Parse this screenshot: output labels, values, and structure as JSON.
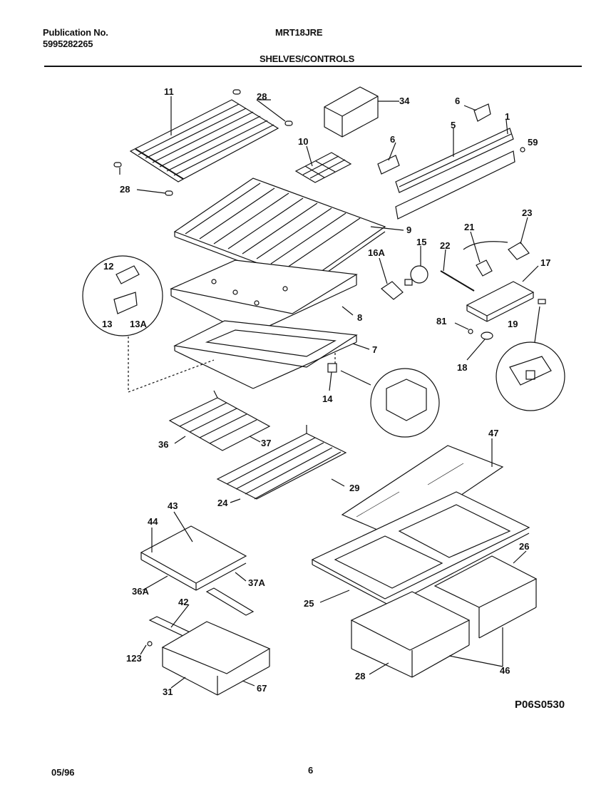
{
  "header": {
    "publication_label": "Publication No.",
    "publication_number": "5995282265",
    "model": "MRT18JRE",
    "section_title": "SHELVES/CONTROLS"
  },
  "diagram": {
    "labels": [
      "11",
      "28",
      "28",
      "34",
      "6",
      "6",
      "5",
      "1",
      "59",
      "10",
      "9",
      "23",
      "21",
      "15",
      "16A",
      "22",
      "17",
      "12",
      "13",
      "13A",
      "8",
      "81",
      "19",
      "7",
      "18",
      "14",
      "47",
      "36",
      "37",
      "29",
      "24",
      "43",
      "44",
      "26",
      "37A",
      "36A",
      "25",
      "42",
      "123",
      "31",
      "67",
      "28",
      "46"
    ]
  },
  "footer": {
    "date": "05/96",
    "page": "6",
    "drawing_code": "P06S0530"
  }
}
